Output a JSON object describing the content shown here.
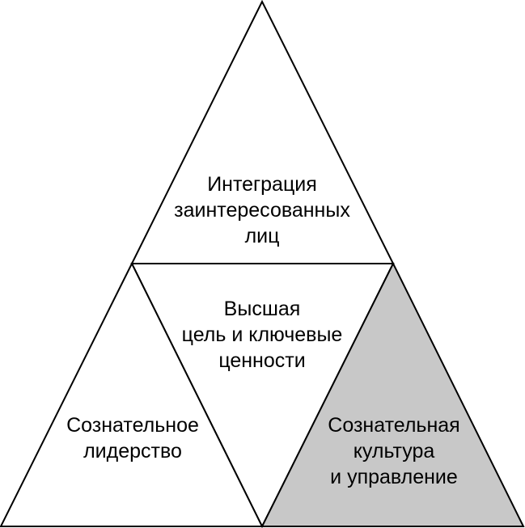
{
  "diagram": {
    "top": {
      "lines": [
        "Интеграция",
        "заинтересованных",
        "лиц"
      ]
    },
    "center": {
      "lines": [
        "Высшая",
        "цель и ключевые",
        "ценности"
      ]
    },
    "left": {
      "lines": [
        "Сознательное",
        "лидерство"
      ]
    },
    "right": {
      "lines": [
        "Сознательная",
        "культура",
        "и управление"
      ]
    }
  },
  "colors": {
    "stroke": "#000000",
    "fill_white": "#ffffff",
    "fill_highlight": "#c8c8c8"
  }
}
